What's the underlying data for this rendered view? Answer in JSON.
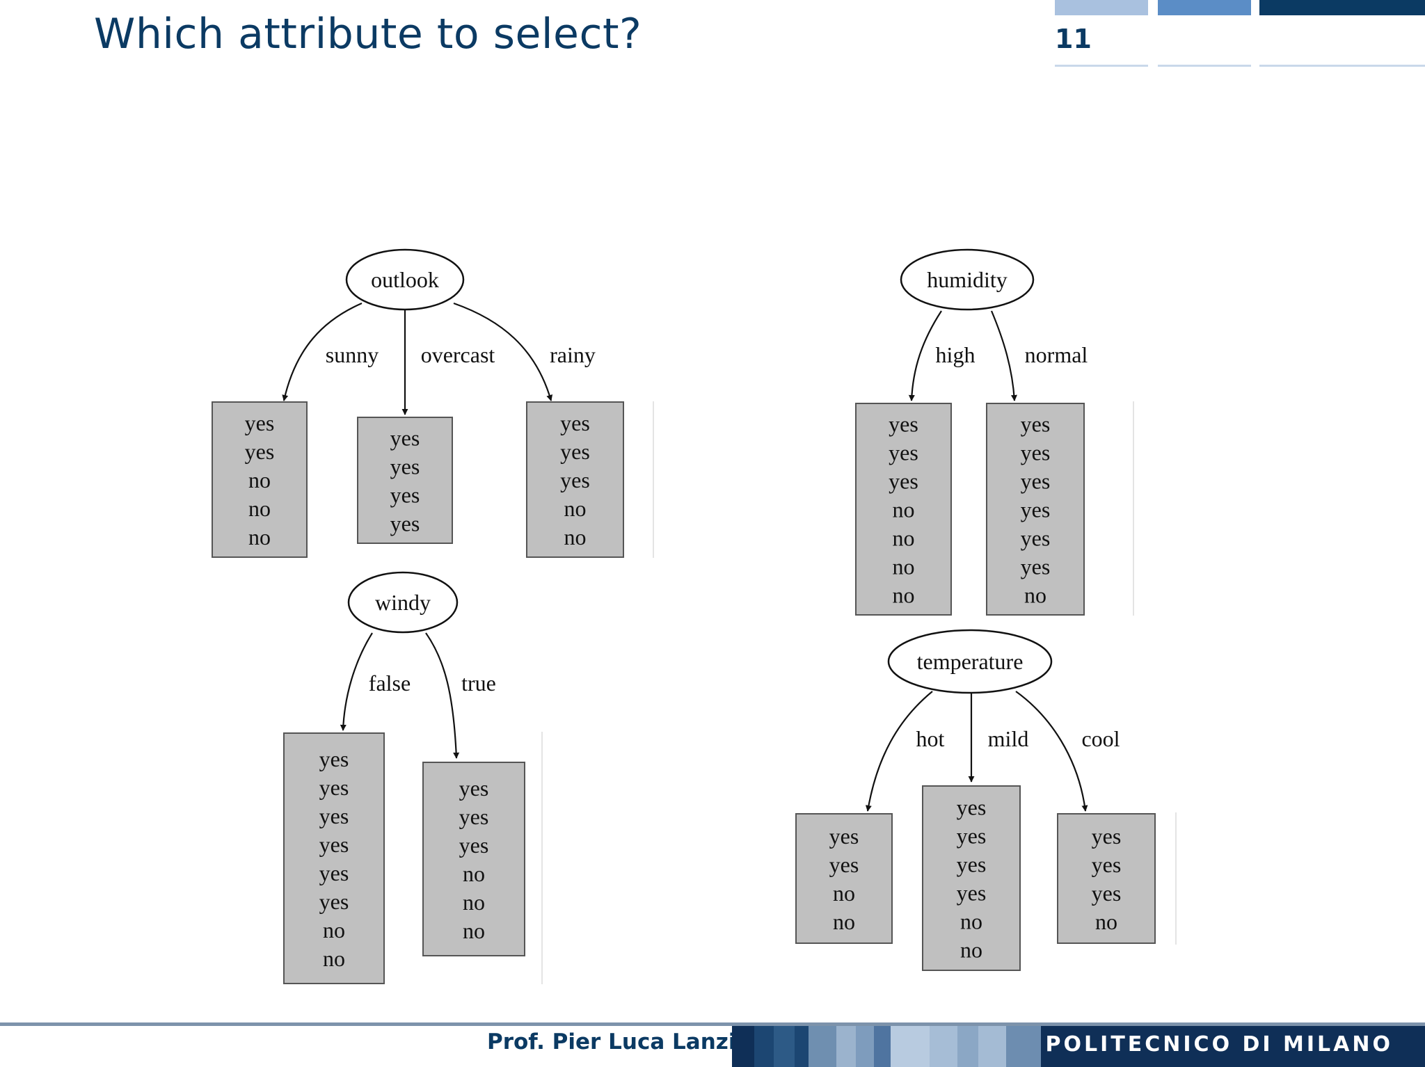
{
  "slide": {
    "title": "Which attribute to select?",
    "number": "11",
    "footer_author": "Prof. Pier Luca Lanzi",
    "footer_brand": "POLITECNICO DI MILANO"
  },
  "colors": {
    "title": "#0b3a63",
    "leaf_fill": "#c0c0c0",
    "leaf_stroke": "#555555",
    "deco_light": "#a9c1df",
    "deco_mid": "#5b8dc6",
    "deco_dark": "#0b3a63",
    "footer_dark": "#0f2f57"
  },
  "trees": [
    {
      "attribute": "outlook",
      "branches": [
        {
          "label": "sunny",
          "leaf": [
            "yes",
            "yes",
            "no",
            "no",
            "no"
          ]
        },
        {
          "label": "overcast",
          "leaf": [
            "yes",
            "yes",
            "yes",
            "yes"
          ]
        },
        {
          "label": "rainy",
          "leaf": [
            "yes",
            "yes",
            "yes",
            "no",
            "no"
          ]
        }
      ]
    },
    {
      "attribute": "humidity",
      "branches": [
        {
          "label": "high",
          "leaf": [
            "yes",
            "yes",
            "yes",
            "no",
            "no",
            "no",
            "no"
          ]
        },
        {
          "label": "normal",
          "leaf": [
            "yes",
            "yes",
            "yes",
            "yes",
            "yes",
            "yes",
            "no"
          ]
        }
      ]
    },
    {
      "attribute": "windy",
      "branches": [
        {
          "label": "false",
          "leaf": [
            "yes",
            "yes",
            "yes",
            "yes",
            "yes",
            "yes",
            "no",
            "no"
          ]
        },
        {
          "label": "true",
          "leaf": [
            "yes",
            "yes",
            "yes",
            "no",
            "no",
            "no"
          ]
        }
      ]
    },
    {
      "attribute": "temperature",
      "branches": [
        {
          "label": "hot",
          "leaf": [
            "yes",
            "yes",
            "no",
            "no"
          ]
        },
        {
          "label": "mild",
          "leaf": [
            "yes",
            "yes",
            "yes",
            "yes",
            "no",
            "no"
          ]
        },
        {
          "label": "cool",
          "leaf": [
            "yes",
            "yes",
            "yes",
            "no"
          ]
        }
      ]
    }
  ]
}
